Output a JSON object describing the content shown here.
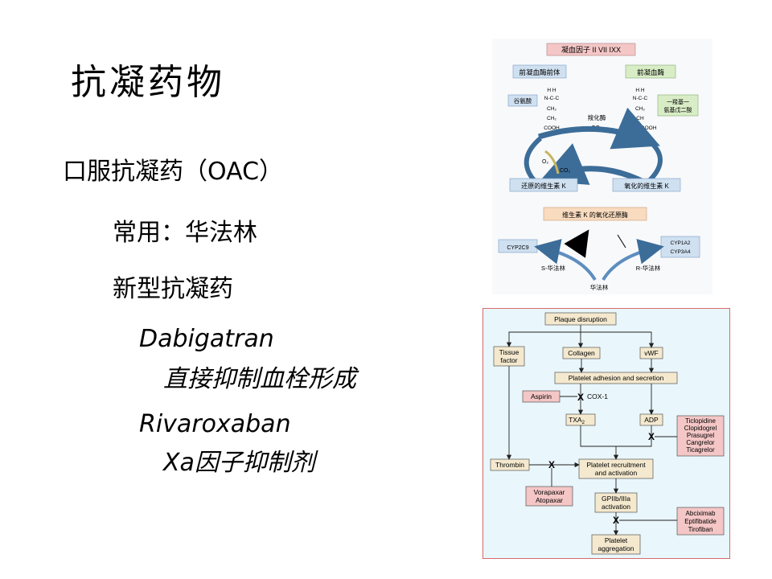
{
  "slide": {
    "title": "抗凝药物",
    "bullet": "口服抗凝药（OAC）",
    "common": "常用：华法林",
    "new_agents": "新型抗凝药",
    "drug1_name": "Dabigatran",
    "drug1_desc": "直接抑制血栓形成",
    "drug2_name": "Rivaroxaban",
    "drug2_desc": "Xa因子抑制剂"
  },
  "vk_diagram": {
    "header": "凝血因子 II VII IXX",
    "precursor": "前凝血酶前体",
    "prothrombin": "前凝血酶",
    "glu": "谷氨酸",
    "gla_line1": "一羧基一",
    "gla_line2": "氨基戊二酸",
    "carboxylase": "羧化酶",
    "co2_top": "CO₂",
    "o2": "O₂",
    "co2_mid": "CO₂",
    "reduced_vk": "还原的维生素 K",
    "oxidized_vk": "氧化的维生素 K",
    "vkor": "维生素 K 的氧化还原酶",
    "cyp2c9": "CYP2C9",
    "cyp1a2": "CYP1A2",
    "cyp3a4": "CYP3A4",
    "s_warfarin": "S-华法林",
    "r_warfarin": "R-华法林",
    "warfarin": "华法林",
    "left_struct": [
      "H H",
      "N-C-C",
      "CH₂",
      "CH₂",
      "COOH"
    ],
    "right_struct": [
      "H H",
      "N-C-C",
      "CH₂",
      "CH",
      "HOOC COOH"
    ]
  },
  "platelet_diagram": {
    "plaque": "Plaque disruption",
    "tissue_factor": [
      "Tissue",
      "factor"
    ],
    "collagen": "Collagen",
    "vwf": "vWF",
    "adhesion": "Platelet adhesion and secretion",
    "aspirin": "Aspirin",
    "cox1": "COX-1",
    "txa2": "TXA",
    "txa2_sub": "2",
    "adp": "ADP",
    "p2y12_drugs": [
      "Ticlopidine",
      "Clopidogrel",
      "Prasugrel",
      "Cangrelor",
      "Ticagrelor"
    ],
    "thrombin": "Thrombin",
    "recruitment": [
      "Platelet recruitment",
      "and activation"
    ],
    "par1_drugs": [
      "Vorapaxar",
      "Atopaxar"
    ],
    "gp": [
      "GPIIb/IIIa",
      "activation"
    ],
    "gp_drugs": [
      "Abciximab",
      "Eptifibatide",
      "Tirofiban"
    ],
    "aggregation": [
      "Platelet",
      "aggregation"
    ],
    "x_mark": "X"
  },
  "colors": {
    "blue_box": "#cfe0f1",
    "green_box": "#d8edc6",
    "pink_box": "#f4c6c6",
    "orange_box": "#f9dcc0",
    "flow_bg": "#e9f6fb",
    "flow_border": "#d86a6a",
    "flow_box": "#f4e9cf",
    "arrow_blue": "#3c6d98"
  }
}
